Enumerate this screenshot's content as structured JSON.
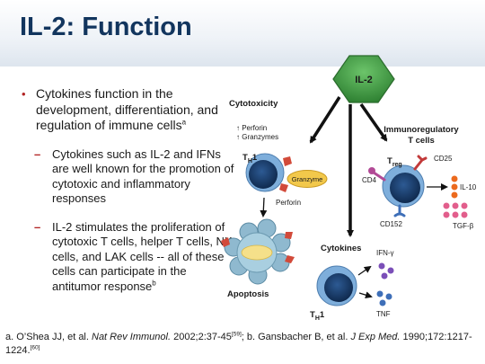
{
  "slide": {
    "title": "IL-2: Function"
  },
  "bullets": {
    "main": {
      "text": "Cytokines function in the development, differentiation, and regulation of immune cells",
      "sup": "a"
    },
    "sub1": {
      "text": "Cytokines such as IL-2 and IFNs are well known for the promotion of cytotoxic and inflammatory responses"
    },
    "sub2": {
      "text": "IL-2 stimulates the proliferation of cytotoxic T cells, helper T cells, NK cells, and LAK cells -- all of these cells can participate in the antitumor response",
      "sup": "b"
    }
  },
  "diagram": {
    "hub_label": "IL-2",
    "cytotoxicity": {
      "heading": "Cytotoxicity",
      "perforin_up": "↑ Perforin",
      "granzymes_up": "↑ Granzymes",
      "cell_label_main": "T",
      "cell_label_sub": "H",
      "cell_label_tail": "1",
      "granzyme_label": "Granzyme",
      "perforin_label": "Perforin",
      "apoptosis_label": "Apoptosis"
    },
    "immunoregulatory": {
      "heading_line1": "Immunoregulatory",
      "heading_line2": "T cells",
      "treg_main": "T",
      "treg_sub": "reg",
      "cd25": "CD25",
      "cd4": "CD4",
      "cd152": "CD152",
      "il10": "IL-10",
      "tgfb": "TGF-β"
    },
    "cytokines": {
      "heading": "Cytokines",
      "cell_label_main": "T",
      "cell_label_sub": "H",
      "cell_label_tail": "1",
      "ifn": "IFN-γ",
      "tnf": "TNF"
    },
    "colors": {
      "hub_green": "#3f9a3f",
      "cell_dark": "#1c3f6d",
      "cell_ring": "#7eaedb",
      "red_receptor": "#d24a3a",
      "granzyme_yellow": "#f2c84b",
      "purple_dots": "#7b4fb8",
      "pink_dots": "#e25e8c",
      "orange_dots": "#ec6a1e"
    }
  },
  "reference": {
    "part_a_prefix": "a. O’Shea JJ, et al. ",
    "part_a_journal": "Nat Rev Immunol.",
    "part_a_rest": " 2002;2:37-45",
    "part_a_sup": "[59]",
    "part_b_prefix": "; b. Gansbacher B, et al. ",
    "part_b_journal": "J Exp Med.",
    "part_b_rest": " 1990;172:1217-1224.",
    "part_b_sup": "[60]"
  }
}
